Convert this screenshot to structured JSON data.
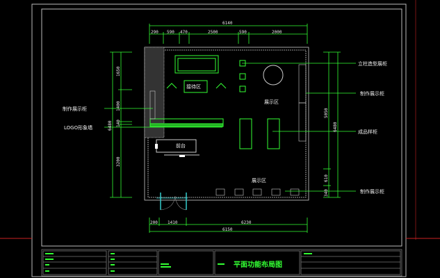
{
  "drawing": {
    "title": "平面功能布局图",
    "rooms": {
      "reception": "接待区",
      "display_upper": "展示区",
      "display_lower": "展示区",
      "front_desk": "前台"
    },
    "callouts_left": [
      "制作展示柜",
      "LOGO形象墙"
    ],
    "callouts_right": [
      "立柱造型展柜",
      "制作展示柜",
      "成品样柜",
      "制作展示柜"
    ],
    "dims_top": {
      "total": "6140",
      "segments": [
        "290",
        "590",
        "470",
        "2500",
        "590",
        "2000"
      ]
    },
    "dims_bottom": {
      "total": "6150",
      "segments": [
        "200",
        "1410",
        "6230"
      ]
    },
    "dims_left": {
      "total": "6480",
      "segments": [
        "1650",
        "1400",
        "140",
        "3200"
      ]
    },
    "dims_right": {
      "total": "6480",
      "segments": [
        "5050",
        "610",
        "340"
      ]
    }
  },
  "colors": {
    "line": "#33ff33",
    "wall": "#d0d0d0",
    "door": "#33cccc",
    "frame": "#4a7a4a",
    "red": "#cc2222"
  }
}
